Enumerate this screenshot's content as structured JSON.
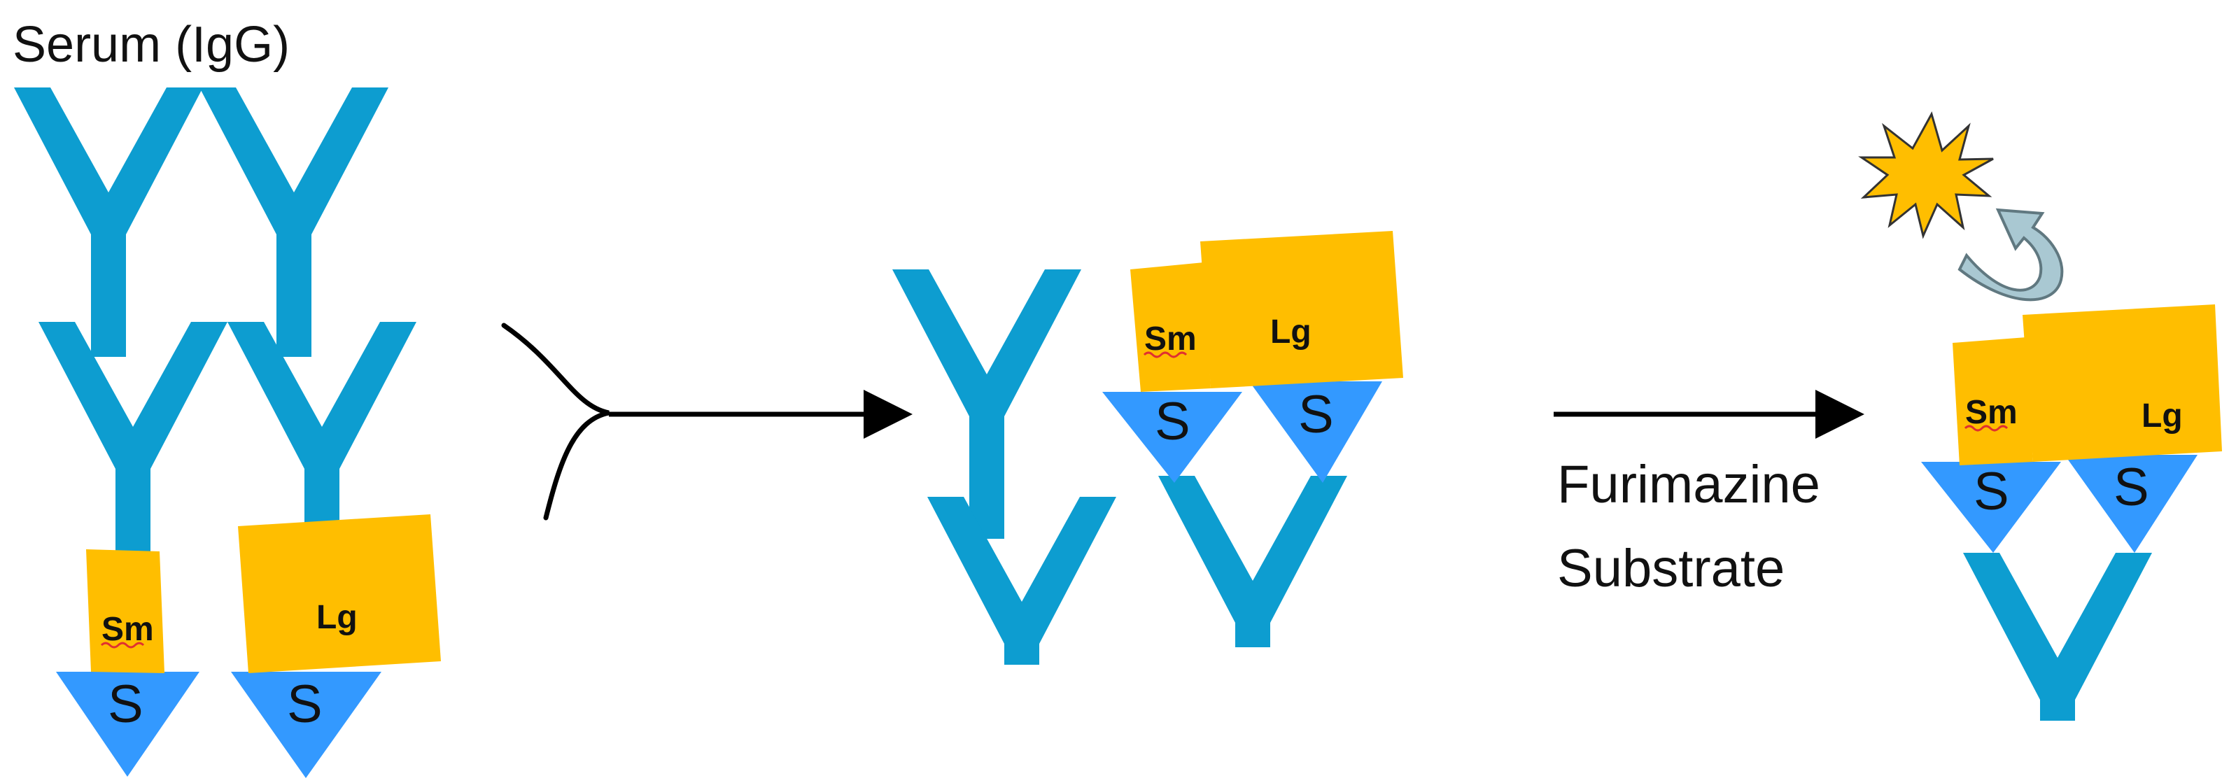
{
  "title": "Serum (IgG)",
  "labels": {
    "small_fragment": "Sm",
    "large_fragment": "Lg",
    "sensor": "S"
  },
  "substrate": {
    "line1": "Furimazine",
    "line2": "Substrate"
  },
  "colors": {
    "antibody": "#0d9dd0",
    "fragment": "#ffbe00",
    "sensor": "#3399ff",
    "light_burst": "#ffbe00",
    "curved_arrow": "#a9c8d2",
    "arrow": "#000000"
  },
  "icons": [
    "antibody-icon",
    "light-burst-icon",
    "curved-arrow-icon",
    "arrow-icon",
    "merge-bracket-icon"
  ]
}
